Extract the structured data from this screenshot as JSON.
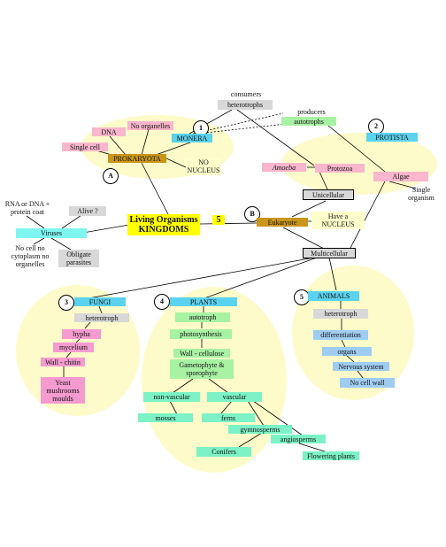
{
  "colors": {
    "background": "#ffffff",
    "highlight_blob": "#fdfbc9",
    "pink": "#f9b6cc",
    "magenta_pink": "#f59bd0",
    "cyan": "#5bd2ee",
    "light_blue": "#9fcdf2",
    "green": "#a8f2a4",
    "mint": "#7cf2c6",
    "gold": "#c99619",
    "gray": "#d8d8d8",
    "yellow": "#ffff00",
    "light_yellow": "#ffffcc"
  },
  "center": {
    "title": "Living Organisms",
    "subtitle": "KINGDOMS",
    "number": "5"
  },
  "markers": {
    "A": "A",
    "B": "B",
    "n1": "1",
    "n2": "2",
    "n3": "3",
    "n4": "4",
    "n5": "5"
  },
  "top": {
    "consumers": "consumers",
    "heterotrophs": "heterotrophs",
    "producers": "producers",
    "autotrophs": "autotrophs"
  },
  "monera": {
    "title": "MONERA",
    "prokaryota": "PROKARYOTA",
    "dna": "DNA",
    "no_organelles": "No organelles",
    "single_cell": "Single cell",
    "no_nucleus": "NO NUCLEUS"
  },
  "protista": {
    "title": "PROTISTA",
    "amoeba": "Amoeba",
    "protozoa": "Protozoa",
    "algae": "Algae",
    "single_organism": "Single organism"
  },
  "cell_types": {
    "unicellular": "Unicellular",
    "eukaryote": "Eukaryote",
    "have_nucleus": "Have a NUCLEUS",
    "multicellular": "Multicellular"
  },
  "viruses": {
    "title": "Viruses",
    "rna_dna": "RNA or DNA + protein coat",
    "alive": "Alive ?",
    "no_cell": "No cell no cytoplasm no organelles",
    "obligate": "Obligate parasites"
  },
  "fungi": {
    "title": "FUNGI",
    "heterotroph": "heterotroph",
    "hypha": "hypha",
    "mycelium": "mycelium",
    "wall": "Wall - chitin",
    "yeast": "Yeast mushrooms moulds"
  },
  "plants": {
    "title": "PLANTS",
    "autotroph": "autotroph",
    "photosynthesis": "photosynthesis",
    "wall": "Wall - cellulose",
    "gametophyte": "Gametophyte & sporophyte",
    "non_vascular": "non-vascular",
    "vascular": "vascular",
    "mosses": "mosses",
    "ferns": "ferns",
    "gymnosperms": "gymnosperms",
    "angiosperms": "angiosperms",
    "conifers": "Conifers",
    "flowering": "Flowering plants"
  },
  "animals": {
    "title": "ANIMALS",
    "heterotroph": "heterotroph",
    "differentiation": "differentiation",
    "organs": "organs",
    "nervous": "Nervous system",
    "no_wall": "No cell wall"
  }
}
